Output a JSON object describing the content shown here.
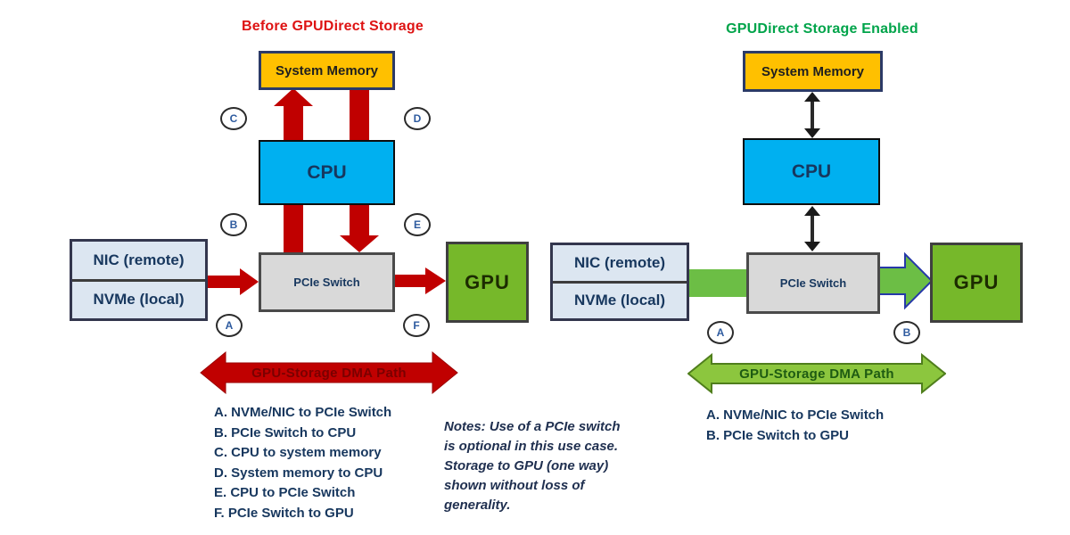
{
  "left": {
    "title": "Before GPUDirect Storage",
    "system_memory_label": "System Memory",
    "cpu_label": "CPU",
    "pcie_switch_label": "PCIe Switch",
    "gpu_label": "GPU",
    "nic_label": "NIC (remote)",
    "nvme_label": "NVMe (local)",
    "dma_label": "GPU-Storage DMA Path",
    "markers": {
      "a": "A",
      "b": "B",
      "c": "C",
      "d": "D",
      "e": "E",
      "f": "F"
    },
    "legend": [
      "A. NVMe/NIC to PCIe Switch",
      "B. PCIe Switch to CPU",
      "C. CPU to system memory",
      "D. System memory to CPU",
      "E. CPU to PCIe Switch",
      "F. PCIe Switch to GPU"
    ]
  },
  "right": {
    "title": "GPUDirect Storage Enabled",
    "system_memory_label": "System Memory",
    "cpu_label": "CPU",
    "pcie_switch_label": "PCIe Switch",
    "gpu_label": "GPU",
    "nic_label": "NIC (remote)",
    "nvme_label": "NVMe (local)",
    "dma_label": "GPU-Storage DMA Path",
    "markers": {
      "a": "A",
      "b": "B"
    },
    "legend": [
      "A. NVMe/NIC to PCIe Switch",
      "B. PCIe Switch to GPU"
    ]
  },
  "notes_lines": [
    "Notes:  Use of a PCIe switch",
    "is optional in this use case.",
    "Storage to GPU (one way)",
    "shown without loss of",
    "generality."
  ],
  "colors": {
    "red_path": "#c00000",
    "red_title": "#de1313",
    "green_title": "#00a44a",
    "green_path": "#6cbe45",
    "green_dma_fill": "#8cc63e",
    "memory_fill": "#ffc000",
    "cpu_fill": "#00b0f0",
    "switch_fill": "#d9d9d9",
    "gpu_fill": "#76b82a",
    "nic_fill": "#dce6f1",
    "legend_text": "#17375e"
  }
}
